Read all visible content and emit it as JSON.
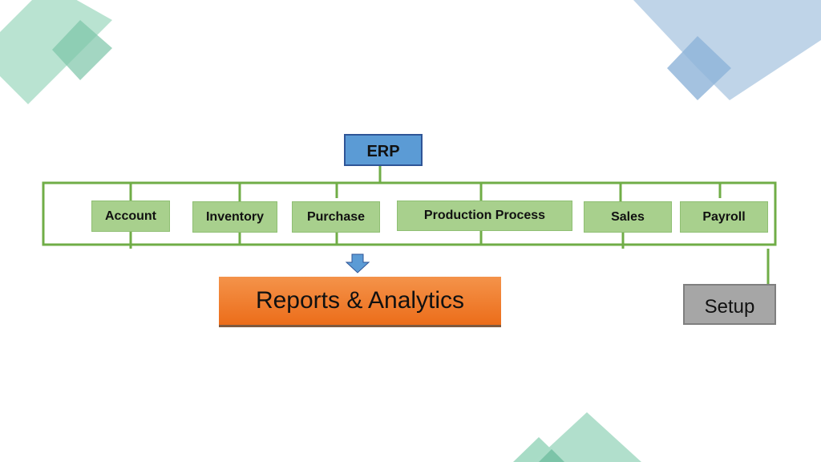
{
  "root": {
    "label": "ERP"
  },
  "modules": [
    {
      "label": "Account"
    },
    {
      "label": "Inventory"
    },
    {
      "label": "Purchase"
    },
    {
      "label": "Production Process"
    },
    {
      "label": "Sales"
    },
    {
      "label": "Payroll"
    }
  ],
  "output": {
    "label": "Reports & Analytics"
  },
  "setup": {
    "label": "Setup"
  },
  "colors": {
    "line": "#70ad47",
    "module": "#a8d08d",
    "erp": "#5b9bd5",
    "reports": "#ed7d31",
    "setup": "#a6a6a6"
  }
}
